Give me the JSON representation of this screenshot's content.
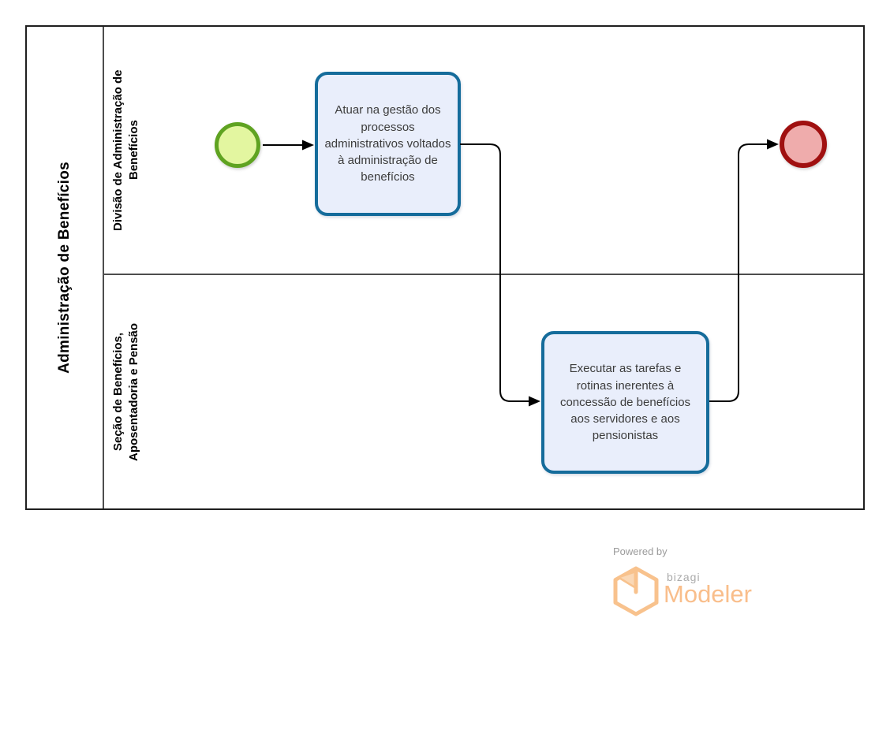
{
  "diagram": {
    "pool": {
      "title": "Administração de Benefícios",
      "lanes": [
        {
          "label": "Divisão de Administração de\nBenefícios"
        },
        {
          "label": "Seção de Benefícios,\nAposentadoria e Pensão"
        }
      ]
    },
    "tasks": [
      {
        "label": "Atuar na gestão dos processos administrativos voltados à administração de benefícios"
      },
      {
        "label": "Executar as tarefas e rotinas inerentes à concessão de benefícios aos servidores e aos pensionistas"
      }
    ],
    "events": [
      {
        "name": "start-event"
      },
      {
        "name": "end-event"
      }
    ],
    "flows": [
      {
        "name": "start-to-task-atuar"
      },
      {
        "name": "task-atuar-to-task-executar"
      },
      {
        "name": "task-executar-to-end"
      }
    ]
  },
  "logo": {
    "powered_by": "Powered by",
    "brand": "bizagi",
    "product": "Modeler"
  },
  "colors": {
    "task_border": "#156c9b",
    "task_fill": "#e9eefb",
    "task_text": "#3c3c3c",
    "start_border": "#5fa321",
    "start_fill": "#e3f6a0",
    "end_border": "#a01010",
    "end_fill": "#efacac",
    "flow": "#000000",
    "pool_border": "#1f1f1f",
    "lane_divider": "#4d4d4d",
    "logo_orange": "#f8c28d",
    "logo_orange_fill": "#fad8b6",
    "logo_orange_text": "#f9be8b"
  }
}
